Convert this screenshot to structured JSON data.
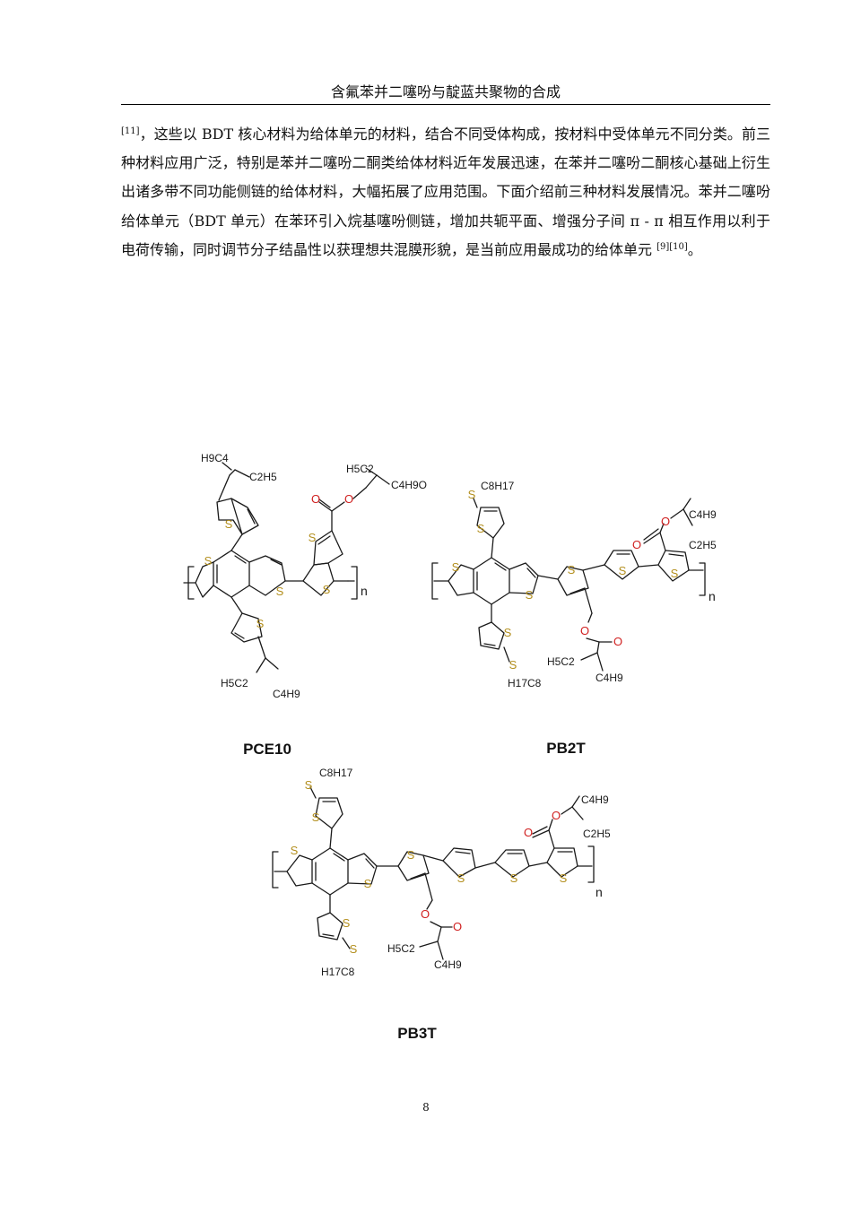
{
  "header": {
    "title": "含氟苯并二噻吩与靛蓝共聚物的合成"
  },
  "body": {
    "ref_11": "[11]",
    "text_1": "，这些以 BDT 核心材料为给体单元的材料，结合不同受体构成，按材料中受体单元不同分类。前三种材料应用广泛，特别是苯并二噻吩二酮类给体材料近年发展迅速，在苯并二噻吩二酮核心基础上衍生出诸多带不同功能侧链的给体材料，大幅拓展了应用范围。下面介绍前三种材料发展情况。苯并二噻吩给体单元（BDT 单元）在苯环引入烷基噻吩侧链，增加共轭平面、增强分子间 π - π 相互作用以利于电荷传输，同时调节分子结晶性以获理想共混膜形貌，是当前应用最成功的给体单元 ",
    "ref_9_10": "[9][10]",
    "text_end": "。"
  },
  "figure": {
    "structures": [
      {
        "name": "PCE10",
        "labels": {
          "top_chain_h": "H9C4",
          "top_chain_e": "C2H5",
          "ester_chain": "H5C2",
          "ester_c4": "C4H9O",
          "bottom_chain_e": "H5C2",
          "bottom_chain_h": "C4H9",
          "n": "n"
        }
      },
      {
        "name": "PB2T",
        "labels": {
          "top_chain": "C8H17",
          "bottom_chain": "H17C8",
          "ester_top_a": "C4H9",
          "ester_top_b": "C2H5",
          "ester_bottom_a": "H5C2",
          "ester_bottom_b": "C4H9",
          "n": "n"
        }
      },
      {
        "name": "PB3T",
        "labels": {
          "top_chain": "C8H17",
          "bottom_chain": "H17C8",
          "ester_top_a": "C4H9",
          "ester_top_b": "C2H5",
          "ester_bottom_a": "H5C2",
          "ester_bottom_b": "C4H9",
          "n": "n"
        }
      }
    ],
    "atoms": {
      "sulfur": "S",
      "oxygen": "O"
    },
    "colors": {
      "sulfur": "#b38f1e",
      "oxygen": "#d02020",
      "bond": "#1a1a1a"
    }
  },
  "page_number": "8"
}
